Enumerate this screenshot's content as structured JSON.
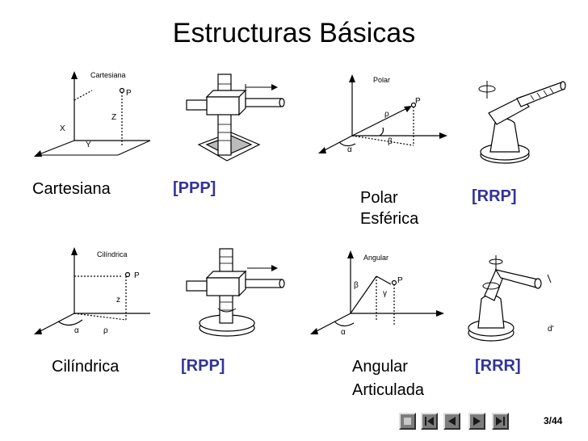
{
  "title": "Estructuras Básicas",
  "structures": [
    {
      "name": "Cartesiana",
      "code": "[PPP]",
      "diagram_label": "Cartesiana",
      "axis_labels": {
        "z": "Z",
        "x": "X",
        "y": "Y",
        "point": "P"
      }
    },
    {
      "name": "Polar",
      "name_line2": "Esférica",
      "code": "[RRP]",
      "diagram_label": "Polar",
      "axis_labels": {
        "point": "P",
        "rho": "ρ",
        "alpha": "α",
        "beta": "β"
      }
    },
    {
      "name": "Cilíndrica",
      "code": "[RPP]",
      "diagram_label": "Cilíndrica",
      "axis_labels": {
        "z": "z",
        "point": "P",
        "alpha": "α",
        "rho": "ρ"
      }
    },
    {
      "name": "Angular",
      "name_line2": "Articulada",
      "code": "[RRR]",
      "diagram_label": "Angular",
      "axis_labels": {
        "point": "P",
        "alpha": "α",
        "beta": "β",
        "gamma": "γ",
        "d": "d'"
      }
    }
  ],
  "footer": {
    "page": "3/44"
  },
  "nav_icons": [
    "first-slide-icon",
    "previous-slide-icon",
    "play-icon",
    "next-slide-icon",
    "last-slide-icon"
  ]
}
